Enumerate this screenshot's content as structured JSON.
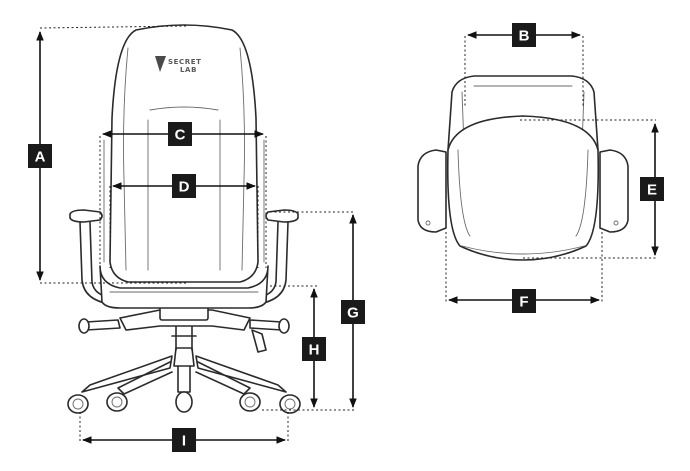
{
  "logo": {
    "line1": "SECRET",
    "line2": "LAB"
  },
  "dimensions": [
    {
      "id": "A",
      "label": "A"
    },
    {
      "id": "B",
      "label": "B"
    },
    {
      "id": "C",
      "label": "C"
    },
    {
      "id": "D",
      "label": "D"
    },
    {
      "id": "E",
      "label": "E"
    },
    {
      "id": "F",
      "label": "F"
    },
    {
      "id": "G",
      "label": "G"
    },
    {
      "id": "H",
      "label": "H"
    },
    {
      "id": "I",
      "label": "I"
    }
  ]
}
